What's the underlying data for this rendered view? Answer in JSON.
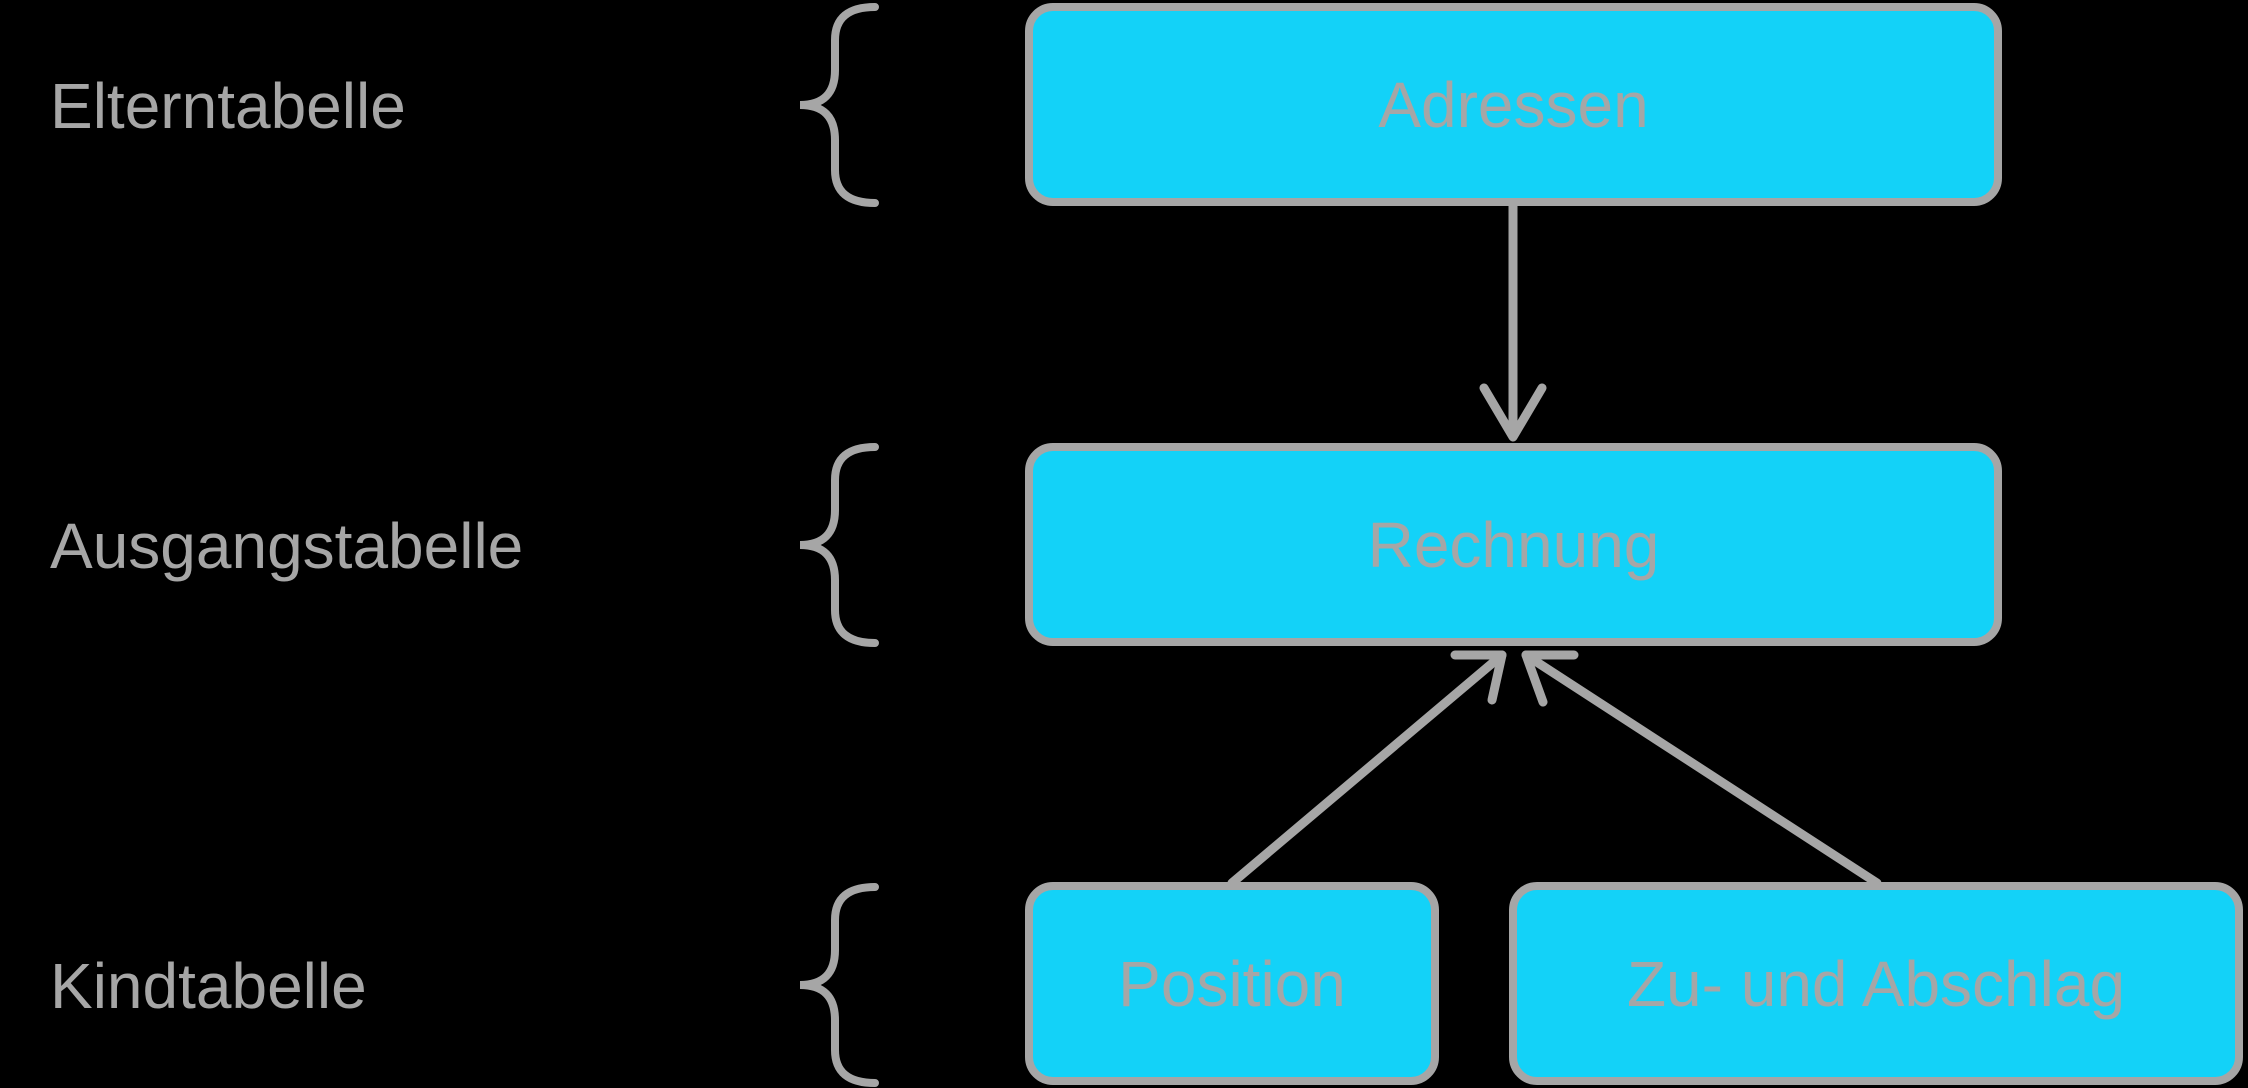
{
  "levels": {
    "parent": "Elterntabelle",
    "source": "Ausgangstabelle",
    "child": "Kindtabelle"
  },
  "nodes": {
    "addresses": "Adressen",
    "invoice": "Rechnung",
    "position": "Position",
    "surcharge": "Zu- und Abschlag"
  },
  "colors": {
    "background": "#000000",
    "node_fill": "#13d2f8",
    "stroke": "#a6a6a6",
    "text": "#a6a6a6"
  }
}
